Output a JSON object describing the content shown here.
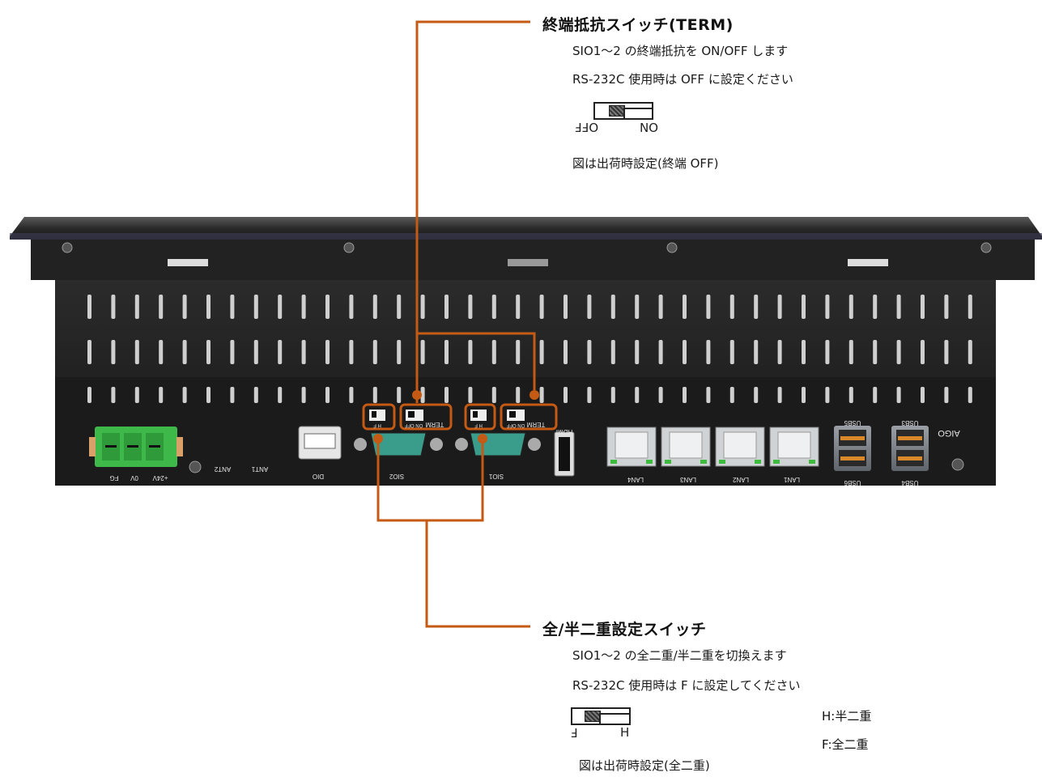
{
  "term_section": {
    "title": "終端抵抗スイッチ(TERM)",
    "line1": "SIO1～2 の終端抵抗を ON/OFF します",
    "line2": "RS-232C 使用時は OFF に設定ください",
    "switch_left": "OFF",
    "switch_right": "ON",
    "factory": "図は出荷時設定(終端 OFF)"
  },
  "duplex_section": {
    "title": "全/半二重設定スイッチ",
    "line1": "SIO1～2 の全二重/半二重を切換えます",
    "line2": "RS-232C 使用時は F に設定してください",
    "switch_left": "F",
    "switch_right": "H",
    "legend_h": "H:半二重",
    "legend_f": "F:全二重",
    "factory": "図は出荷時設定(全二重)"
  },
  "device": {
    "terminal_labels": [
      "FG",
      "0V",
      "+24V"
    ],
    "ant_labels": [
      "ANT2",
      "ANT1"
    ],
    "dio_label": "DIO",
    "sio2_label": "SIO2",
    "sio1_label": "SIO1",
    "term_label": "TERM",
    "onoff_label": "ON OFF",
    "hf_label": "H F",
    "hdmi_label": "HDMI",
    "lan_labels": [
      "LAN4",
      "LAN3",
      "LAN2",
      "LAN1"
    ],
    "usb_top_labels": [
      "USB5",
      "USB3"
    ],
    "usb_bottom_labels": [
      "USB6",
      "USB4"
    ],
    "logo_text": "AIGO"
  },
  "colors": {
    "callout": "#c45a13",
    "panel": "#1c1c1c",
    "terminal": "#4cc24c",
    "db9": "#3a9c8a"
  }
}
